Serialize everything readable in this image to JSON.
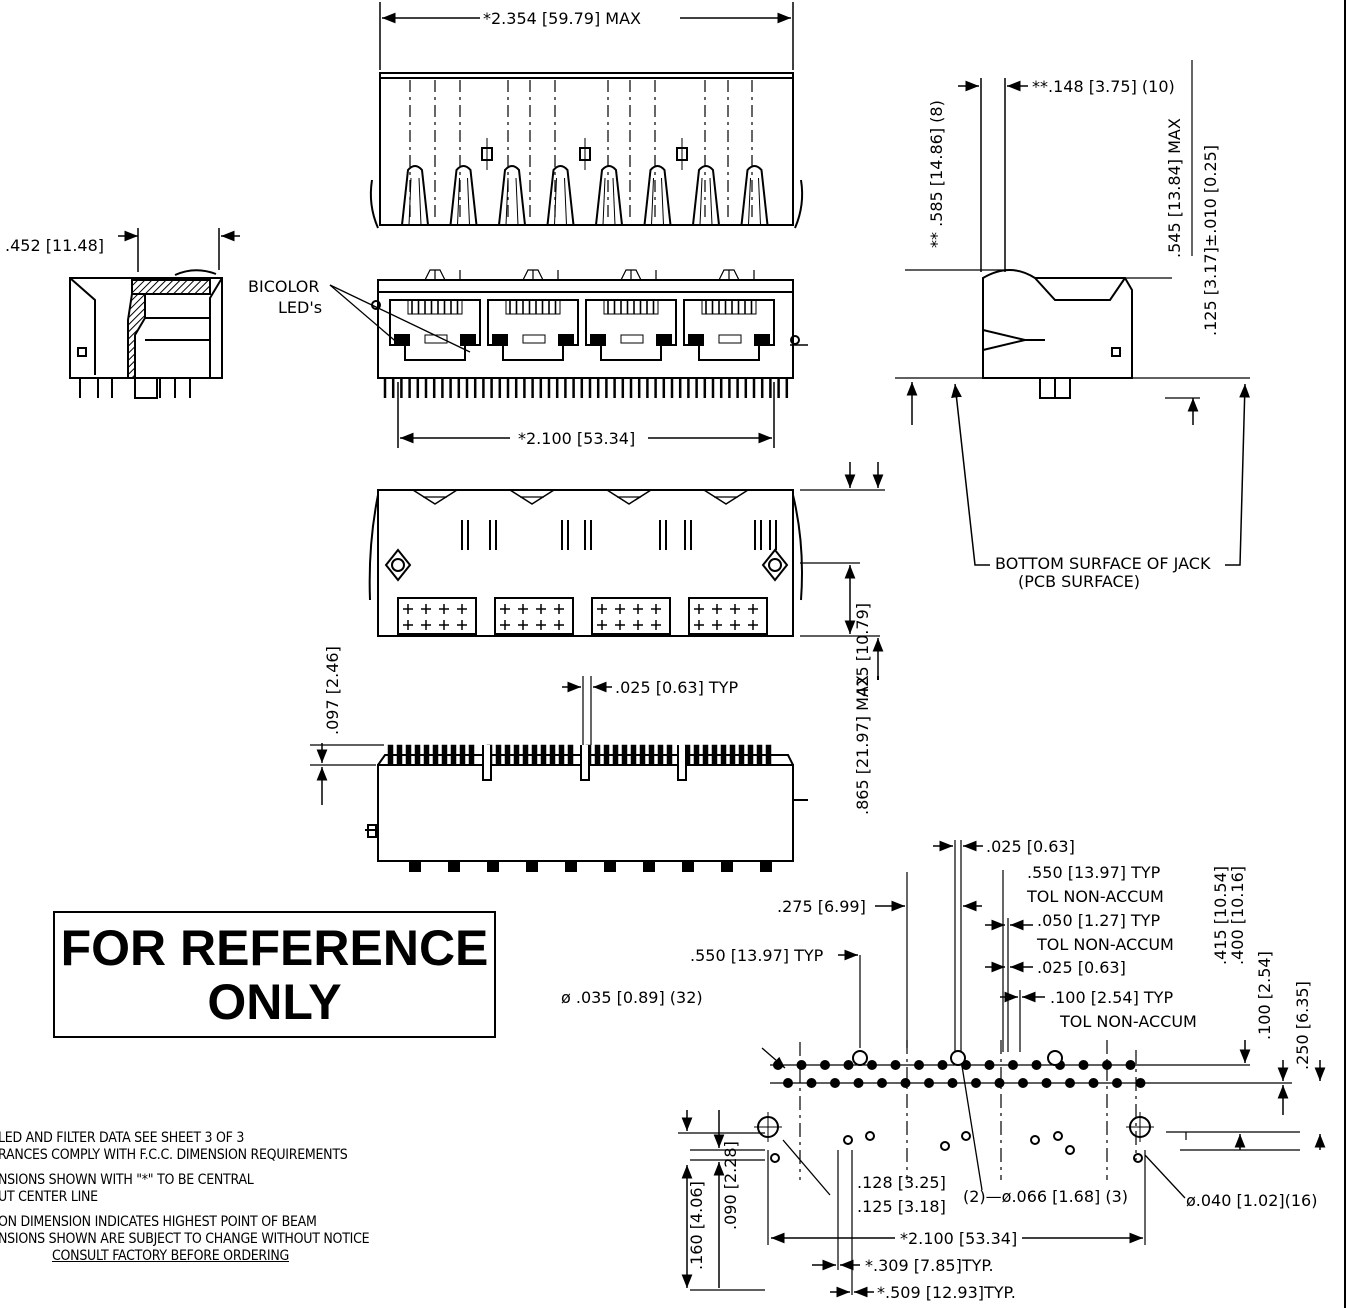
{
  "reference_banner": {
    "line1": "FOR REFERENCE",
    "line2": "ONLY"
  },
  "labels": {
    "overall_width": "*2.354 [59.79] MAX",
    "side_depth": ".452 [11.48]",
    "bicolor_line1": "BICOLOR",
    "bicolor_line2": "LED's",
    "pitch_2100": "*2.100 [53.34]",
    "top_offset": "**.148 [3.75] (10)",
    "height_585": "** .585 [14.86] (8)",
    "height_545": ".545 [13.84] MAX",
    "height_125": ".125 [3.17]±.010 [0.25]",
    "bottom_surface_line1": "BOTTOM SURFACE OF JACK",
    "bottom_surface_line2": "(PCB SURFACE)",
    "tab_025_typ": ".025 [0.63] TYP",
    "height_425": ".425 [10.79]",
    "height_865": ".865 [21.97] MAX",
    "height_097": ".097 [2.46]",
    "fp_025_a": ".025 [0.63]",
    "fp_550_typ": ".550 [13.97] TYP",
    "fp_tol_1": "TOL NON-ACCUM",
    "fp_275": ".275 [6.99]",
    "fp_050_typ": ".050 [1.27] TYP",
    "fp_tol_2": "TOL NON-ACCUM",
    "fp_550_left": ".550 [13.97] TYP",
    "fp_025_b": ".025 [0.63]",
    "fp_hole_035": "ø .035 [0.89] (32)",
    "fp_100_typ": ".100 [2.54] TYP",
    "fp_tol_3": "TOL NON-ACCUM",
    "fp_415": ".415 [10.54]",
    "fp_400": ".400 [10.16]",
    "fp_100": ".100 [2.54]",
    "fp_250": ".250 [6.35]",
    "fp_128": ".128 [3.25]",
    "fp_125": ".125 [3.18]",
    "fp_hole_066": "(2)—ø.066 [1.68] (3)",
    "fp_hole_040": "ø.040 [1.02](16)",
    "fp_2100": "*2.100 [53.34]",
    "fp_309": "*.309 [7.85]TYP.",
    "fp_509": "*.509 [12.93]TYP.",
    "fp_160": ".160 [4.06]",
    "fp_090": ".090 [2.28]"
  },
  "notes": [
    "LED AND FILTER DATA SEE SHEET 3 OF 3",
    "RANCES COMPLY WITH F.C.C. DIMENSION REQUIREMENTS",
    "NSIONS SHOWN WITH \"*\" TO BE CENTRAL",
    "UT CENTER LINE",
    "ON DIMENSION INDICATES HIGHEST POINT OF BEAM",
    "NSIONS SHOWN ARE SUBJECT TO CHANGE WITHOUT NOTICE",
    "CONSULT FACTORY BEFORE ORDERING"
  ]
}
